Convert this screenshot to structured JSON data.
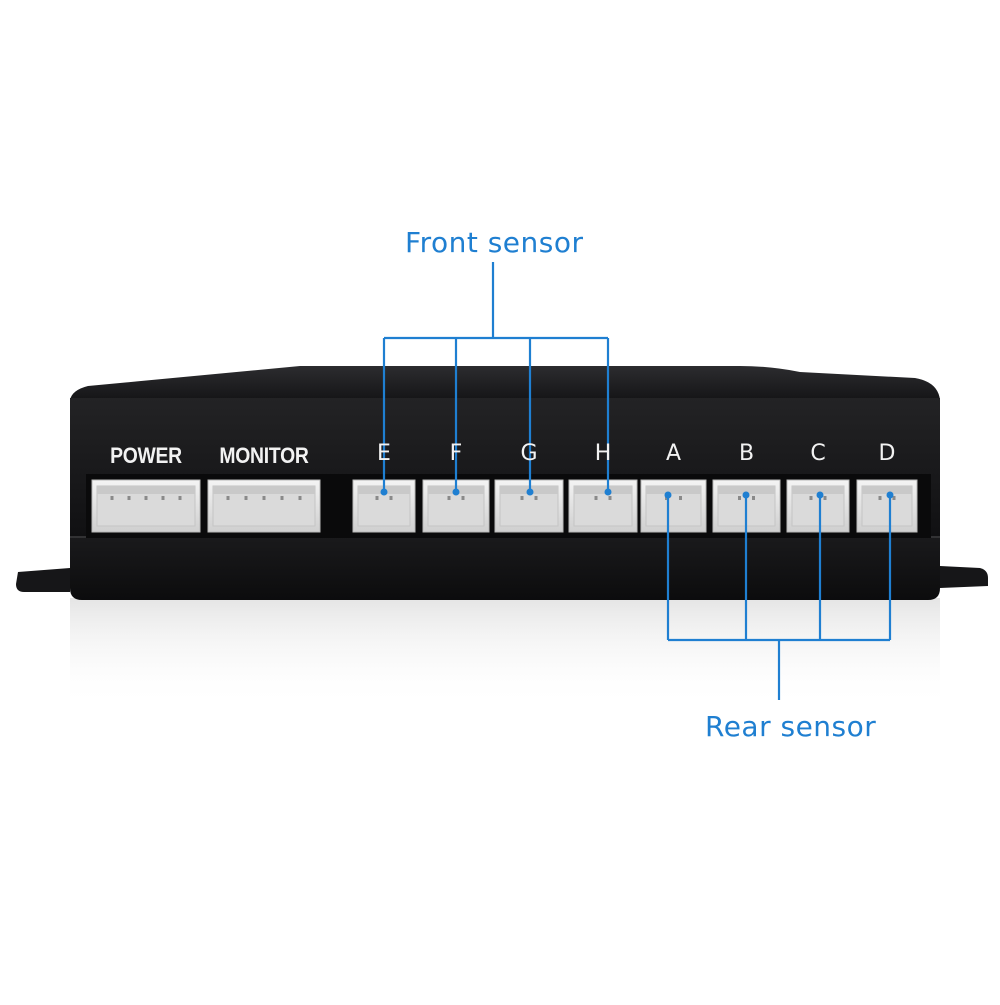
{
  "callouts": {
    "front": "Front sensor",
    "rear": "Rear sensor"
  },
  "ports": [
    {
      "label": "POWER"
    },
    {
      "label": "MONITOR"
    },
    {
      "label": "E"
    },
    {
      "label": "F"
    },
    {
      "label": "G"
    },
    {
      "label": "H"
    },
    {
      "label": "A"
    },
    {
      "label": "B"
    },
    {
      "label": "C"
    },
    {
      "label": "D"
    }
  ],
  "colors": {
    "callout": "#1f7fd1",
    "housing": "#1b1b1d",
    "connector": "#e9e9e9",
    "label": "#f2f2f2"
  }
}
